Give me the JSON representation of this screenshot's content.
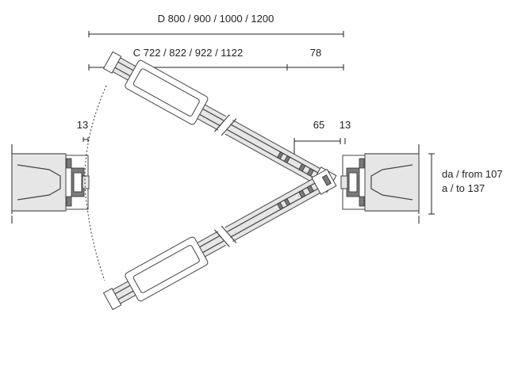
{
  "dimensions": {
    "d_label": "D  800 / 900 / 1000 / 1200",
    "c_label": "C 722 / 822 / 922 / 1122",
    "c_extra": "78",
    "left_gap": "13",
    "right_gap_a": "65",
    "right_gap_b": "13",
    "depth_line1": "da / from 107",
    "depth_line2": "a / to 137"
  }
}
